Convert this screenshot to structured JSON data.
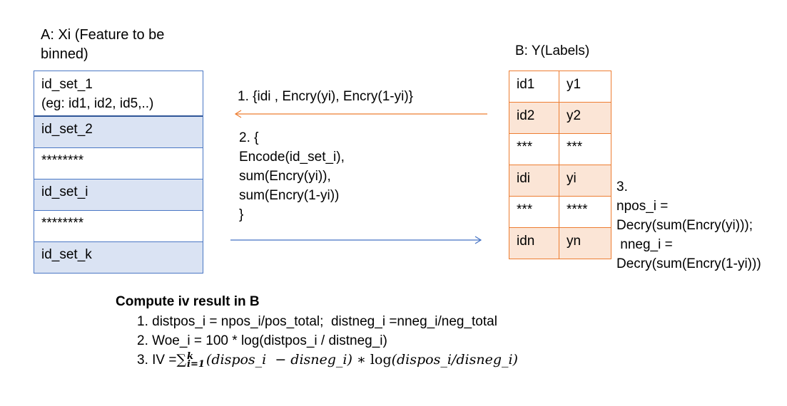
{
  "party_a": {
    "title_line1": "A:  Xi (Feature to be",
    "title_line2": "binned)",
    "rows": [
      {
        "line1": "id_set_1",
        "line2": "(eg: id1, id2, id5,..)"
      },
      {
        "line1": "id_set_2"
      },
      {
        "line1": "********"
      },
      {
        "line1": "id_set_i"
      },
      {
        "line1": "********"
      },
      {
        "line1": "id_set_k"
      }
    ]
  },
  "party_b": {
    "title": "B: Y(Labels)",
    "rows": [
      {
        "id": "id1",
        "label": "y1"
      },
      {
        "id": "id2",
        "label": "y2"
      },
      {
        "id": "***",
        "label": "***"
      },
      {
        "id": "idi",
        "label": "yi"
      },
      {
        "id": "***",
        "label": "****"
      },
      {
        "id": "idn",
        "label": "yn"
      }
    ]
  },
  "step1": "1. {idi , Encry(yi), Encry(1-yi)}",
  "step2": [
    "2.  {",
    "Encode(id_set_i),",
    "sum(Encry(yi)),",
    "sum(Encry(1-yi))",
    "}"
  ],
  "step3": [
    "3.",
    "npos_i =",
    "Decry(sum(Encry(yi)));",
    " nneg_i =",
    "Decry(sum(Encry(1-yi)))"
  ],
  "compute": {
    "title": "Compute iv result in B",
    "line1": "1. distpos_i = npos_i/pos_total;  distneg_i =nneg_i/neg_total",
    "line2": "2. Woe_i = 100 * log(distpos_i / distneg_i)",
    "line3_prefix": "3. IV =",
    "line3_sum": "∑",
    "line3_sup": "k",
    "line3_sub": "i=1",
    "line3_term": "(dispos_i  − disneg_i) ∗ ",
    "line3_log": "log",
    "line3_arg": "(dispos_i/disneg_i)"
  },
  "colors": {
    "blue": "#4472c4",
    "blue_fill": "#dae3f3",
    "orange": "#ed7d31",
    "orange_fill": "#fbe5d6"
  }
}
